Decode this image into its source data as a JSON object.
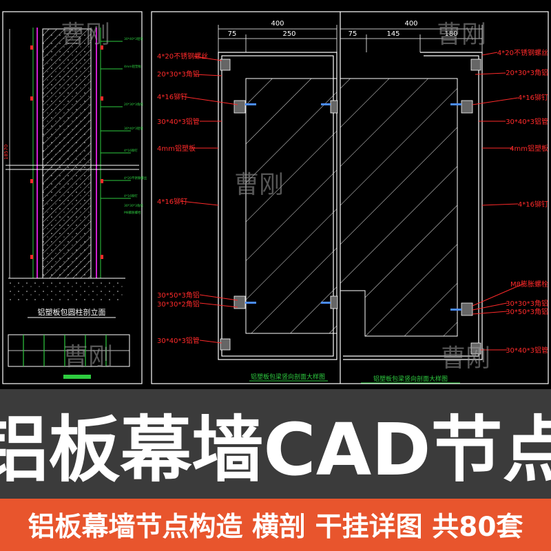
{
  "watermark": "曹刚",
  "left_drawing": {
    "caption": "铝塑板包圆柱剖立面",
    "height_dim": "18570",
    "labels": [
      "30*40*3铝管",
      "4mm铝塑板",
      "20*30*3角铝",
      "30*40*3铝管",
      "4*16铆钉",
      "4*20不锈钢螺丝",
      "4*16铆钉",
      "30*30*3角铝",
      "M8膨胀螺栓"
    ]
  },
  "mid_drawing": {
    "caption": "铝塑板包梁竖向剖面大样图",
    "dims": {
      "total": "400",
      "d1": "75",
      "d2": "250"
    },
    "labels": [
      "4*20不锈钢螺丝",
      "20*30*3角铝",
      "4*16铆钉",
      "30*40*3铝管",
      "4mm铝塑板",
      "4*16铆钉",
      "30*50*3角铝",
      "30*30*2角铝",
      "30*40*3铝管"
    ]
  },
  "right_drawing": {
    "caption": "铝塑板包梁竖向剖面大样图",
    "dims": {
      "total": "400",
      "d1": "75",
      "d2": "145",
      "d3": "180"
    },
    "labels": [
      "4*20不锈钢螺丝",
      "20*30*3角铝",
      "4*16铆钉",
      "30*40*3铝管",
      "4mm铝塑板",
      "4*16铆钉",
      "M8膨胀螺栓",
      "30*30*3角铝",
      "30*50*3角铝",
      "30*40*3铝管"
    ]
  },
  "banner": {
    "title": "铝板幕墙CAD节点",
    "subtitle": "铝板幕墙节点构造 横剖 干挂详图 共80套"
  },
  "colors": {
    "background": "#000000",
    "banner": "#3b3b3b",
    "accent_bar": "#e8552d",
    "cad_white": "#ffffff",
    "cad_red": "#ff2a2a",
    "cad_green": "#2ecc40",
    "cad_magenta": "#d020d0"
  }
}
